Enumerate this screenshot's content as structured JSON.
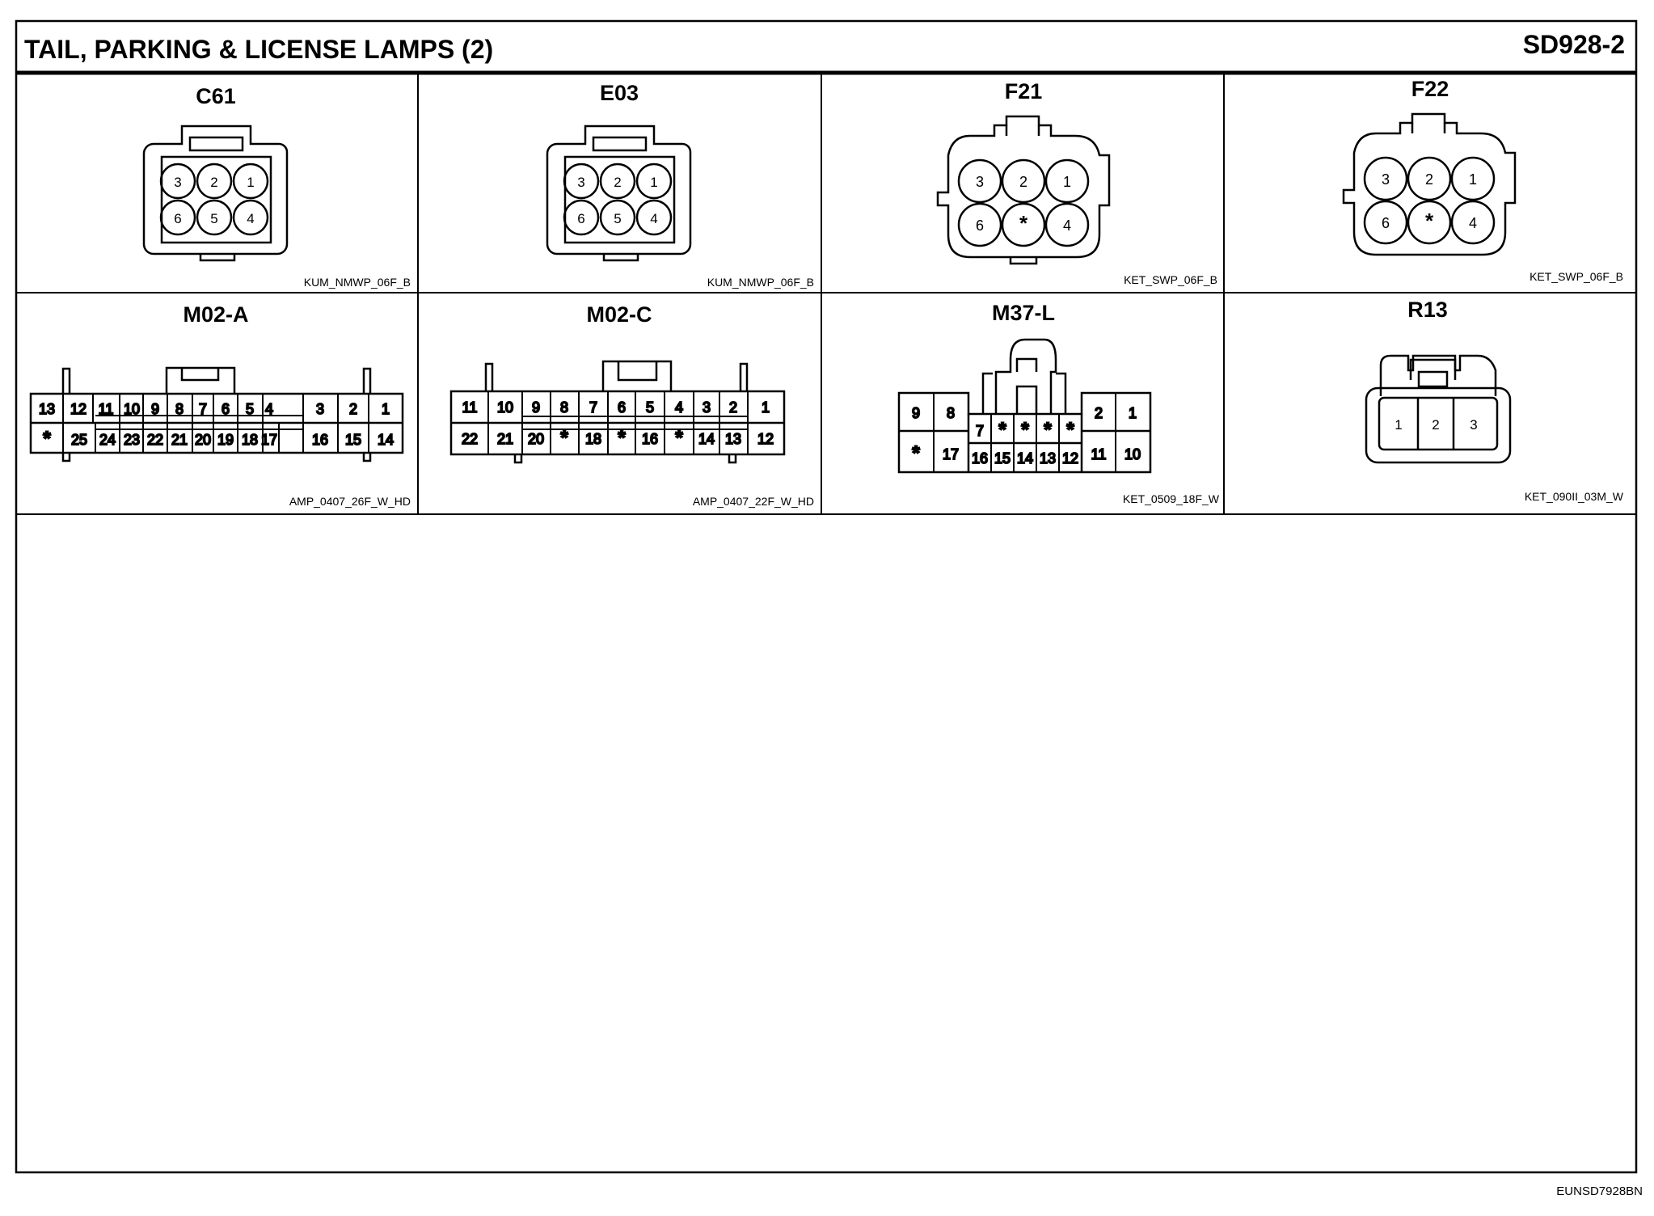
{
  "header": {
    "title": "TAIL, PARKING & LICENSE LAMPS (2)",
    "page_code": "SD928-2"
  },
  "connectors": [
    {
      "name": "C61",
      "part": "KUM_NMWP_06F_B",
      "pins": [
        "3",
        "2",
        "1",
        "6",
        "5",
        "4"
      ]
    },
    {
      "name": "E03",
      "part": "KUM_NMWP_06F_B",
      "pins": [
        "3",
        "2",
        "1",
        "6",
        "5",
        "4"
      ]
    },
    {
      "name": "F21",
      "part": "KET_SWP_06F_B",
      "pins": [
        "3",
        "2",
        "1",
        "6",
        "*",
        "4"
      ]
    },
    {
      "name": "F22",
      "part": "KET_SWP_06F_B",
      "pins": [
        "3",
        "2",
        "1",
        "6",
        "*",
        "4"
      ]
    },
    {
      "name": "M02-A",
      "part": "AMP_0407_26F_W_HD",
      "top": [
        "13",
        "12",
        "11",
        "10",
        "9",
        "8",
        "7",
        "6",
        "5",
        "4",
        "3",
        "2",
        "1"
      ],
      "bottom": [
        "*",
        "25",
        "24",
        "23",
        "22",
        "21",
        "20",
        "19",
        "18",
        "17",
        "16",
        "15",
        "14"
      ]
    },
    {
      "name": "M02-C",
      "part": "AMP_0407_22F_W_HD",
      "top": [
        "11",
        "10",
        "9",
        "8",
        "7",
        "6",
        "5",
        "4",
        "3",
        "2",
        "1"
      ],
      "bottom": [
        "22",
        "21",
        "20",
        "*",
        "18",
        "*",
        "16",
        "*",
        "14",
        "13",
        "12"
      ]
    },
    {
      "name": "M37-L",
      "part": "KET_0509_18F_W",
      "left_top": [
        "9",
        "8"
      ],
      "left_bottom": [
        "*",
        "17"
      ],
      "mid_top": [
        "7",
        "*",
        "*",
        "*",
        "*"
      ],
      "mid_bottom": [
        "16",
        "15",
        "14",
        "13",
        "12"
      ],
      "right_top": [
        "2",
        "1"
      ],
      "right_bottom": [
        "11",
        "10"
      ]
    },
    {
      "name": "R13",
      "part": "KET_090II_03M_W",
      "pins": [
        "1",
        "2",
        "3"
      ]
    }
  ],
  "footer": {
    "code": "EUNSD7928BN"
  }
}
